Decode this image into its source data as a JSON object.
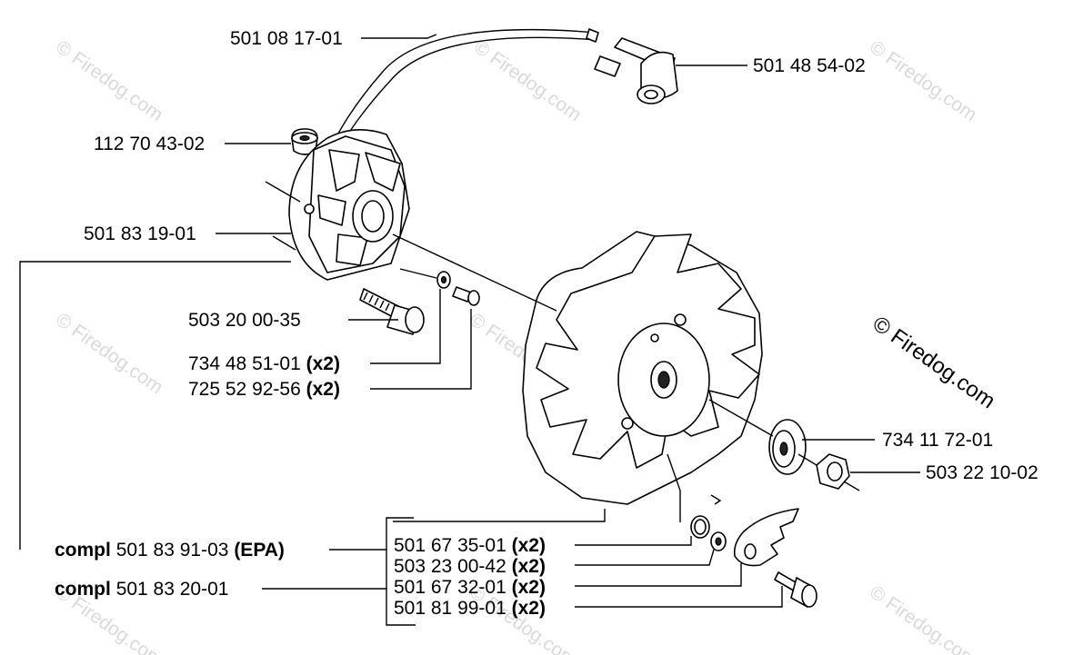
{
  "watermark": "© Firedog.com",
  "copyright": "© Firedog.com",
  "parts": [
    {
      "number": "501 08 17-01",
      "qty": ""
    },
    {
      "number": "501 48 54-02",
      "qty": ""
    },
    {
      "number": "112 70 43-02",
      "qty": ""
    },
    {
      "number": "501 83 19-01",
      "qty": ""
    },
    {
      "number": "503 20 00-35",
      "qty": ""
    },
    {
      "number": "734 48 51-01",
      "qty": "(x2)"
    },
    {
      "number": "725 52 92-56",
      "qty": "(x2)"
    },
    {
      "number": "734 11 72-01",
      "qty": ""
    },
    {
      "number": "503 22 10-02",
      "qty": ""
    },
    {
      "number": "501 67 35-01",
      "qty": "(x2)"
    },
    {
      "number": "503 23 00-42",
      "qty": "(x2)"
    },
    {
      "number": "501 67 32-01",
      "qty": "(x2)"
    },
    {
      "number": "501 81 99-01",
      "qty": "(x2)"
    }
  ],
  "assemblies": [
    {
      "prefix": "compl",
      "number": "501 83 91-03",
      "suffix": "(EPA)"
    },
    {
      "prefix": "compl",
      "number": "501 83 20-01",
      "suffix": ""
    }
  ]
}
